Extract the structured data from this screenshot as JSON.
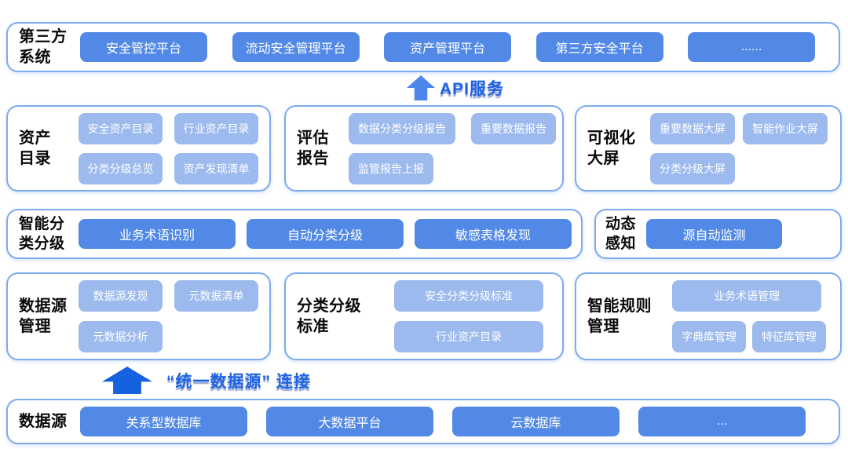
{
  "palette": {
    "dark_button": "#5289e7",
    "light_button": "#9dbaee",
    "panel_border": "#7daaf0",
    "arrow_light": "#4d86ea",
    "arrow_dark": "#1561e0",
    "arrow_text": "#1d63e3"
  },
  "sections": {
    "third_party": {
      "label": "第三方\n系统",
      "buttons": [
        "安全管控平台",
        "流动安全管理平台",
        "资产管理平台",
        "第三方安全平台",
        "......"
      ]
    },
    "asset_catalog": {
      "label": "资产\n目录",
      "buttons": [
        "安全资产目录",
        "行业资产目录",
        "分类分级总览",
        "资产发现清单"
      ]
    },
    "reports": {
      "label": "评估\n报告",
      "buttons": [
        "数据分类分级报告",
        "重要数据报告",
        "监管报告上报"
      ]
    },
    "dashboards": {
      "label": "可视化\n大屏",
      "buttons": [
        "重要数据大屏",
        "智能作业大屏",
        "分类分级大屏"
      ]
    },
    "classification": {
      "label": "智能分\n类分级",
      "buttons": [
        "业务术语识别",
        "自动分类分级",
        "敏感表格发现"
      ]
    },
    "dynamic_sensing": {
      "label": "动态\n感知",
      "buttons": [
        "源自动监测"
      ]
    },
    "datasource_mgmt": {
      "label": "数据源\n管理",
      "buttons": [
        "数据源发现",
        "元数据清单",
        "元数据分析"
      ]
    },
    "standards": {
      "label": "分类分级\n标准",
      "buttons": [
        "安全分类分级标准",
        "行业资产目录"
      ]
    },
    "rules": {
      "label": "智能规则\n管理",
      "buttons": [
        "业务术语管理",
        "字典库管理",
        "特征库管理"
      ]
    },
    "datasources": {
      "label": "数据源",
      "buttons": [
        "关系型数据库",
        "大数据平台",
        "云数据库",
        "..."
      ]
    }
  },
  "arrows": {
    "api": {
      "text": "API服务"
    },
    "unify": {
      "text": "“统一数据源” 连接"
    }
  }
}
